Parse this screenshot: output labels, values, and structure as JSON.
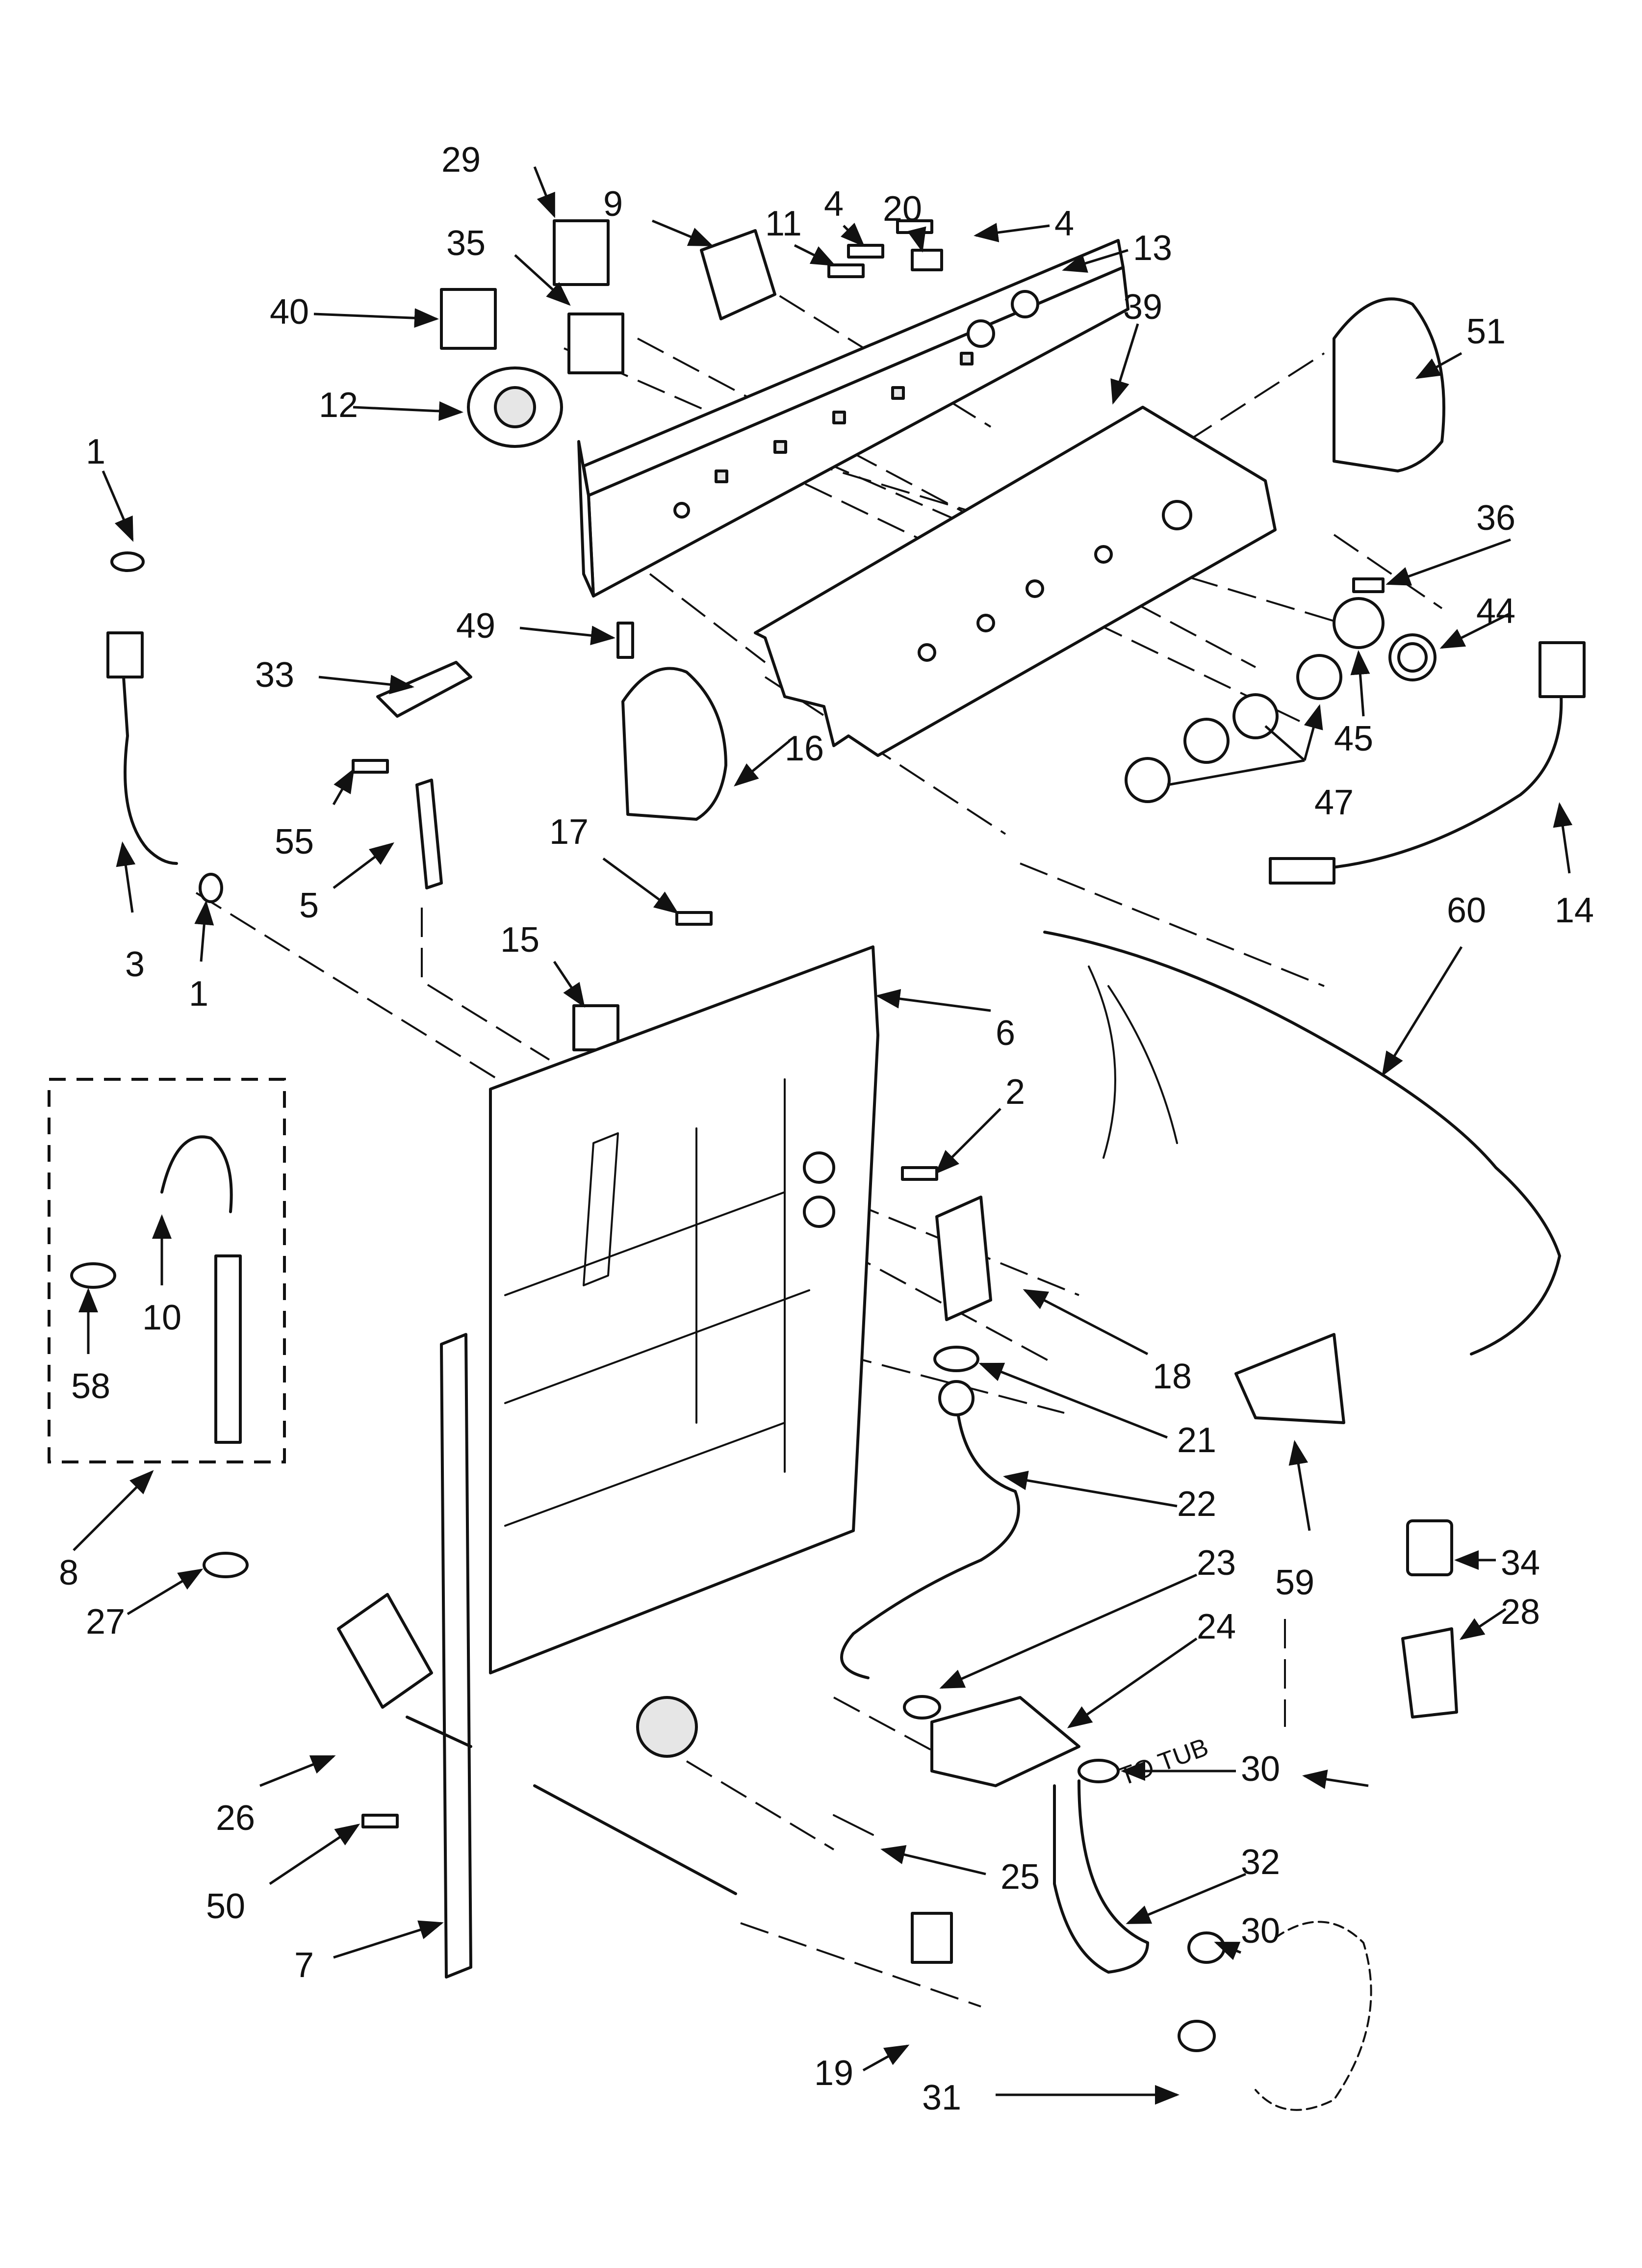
{
  "callouts": {
    "c1a": "1",
    "c1b": "1",
    "c2": "2",
    "c3": "3",
    "c4a": "4",
    "c4b": "4",
    "c5": "5",
    "c6": "6",
    "c7": "7",
    "c8": "8",
    "c9": "9",
    "c10": "10",
    "c11": "11",
    "c12": "12",
    "c13": "13",
    "c14": "14",
    "c15": "15",
    "c16": "16",
    "c17": "17",
    "c18": "18",
    "c19": "19",
    "c20": "20",
    "c21": "21",
    "c22": "22",
    "c23": "23",
    "c24": "24",
    "c25": "25",
    "c26": "26",
    "c27": "27",
    "c28": "28",
    "c29": "29",
    "c30a": "30",
    "c30b": "30",
    "c31": "31",
    "c32": "32",
    "c33": "33",
    "c34": "34",
    "c35": "35",
    "c36": "36",
    "c39": "39",
    "c40": "40",
    "c44": "44",
    "c45": "45",
    "c47": "47",
    "c49": "49",
    "c50": "50",
    "c51": "51",
    "c55": "55",
    "c58": "58",
    "c59": "59",
    "c60": "60"
  },
  "notes": {
    "to_tub": "TO TUB"
  }
}
